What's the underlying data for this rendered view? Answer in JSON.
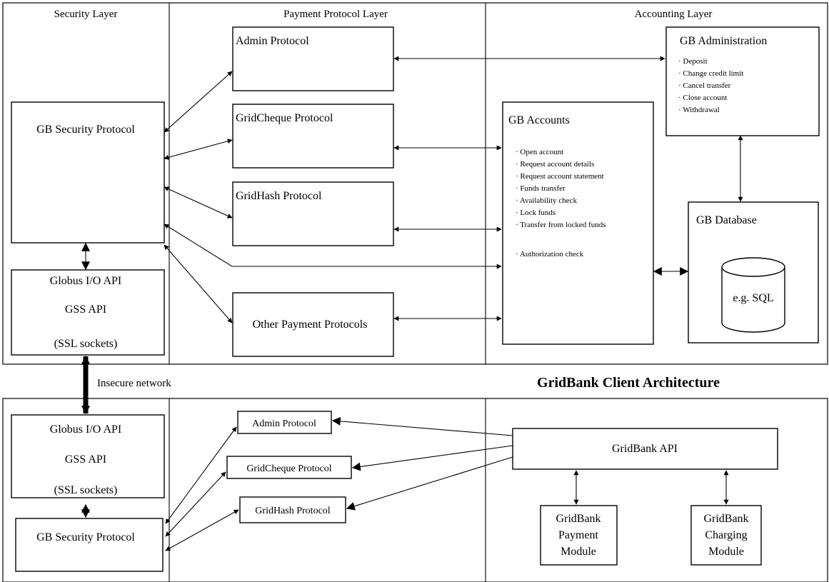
{
  "layers": {
    "security": "Security Layer",
    "payment": "Payment Protocol Layer",
    "accounting": "Accounting Layer"
  },
  "server": {
    "security_protocol": "GB Security Protocol",
    "io_api": [
      "Globus I/O API",
      "GSS API",
      "(SSL sockets)"
    ],
    "protocols": {
      "admin": "Admin Protocol",
      "gridcheque": "GridCheque Protocol",
      "gridhash": "GridHash Protocol",
      "other": "Other Payment Protocols"
    },
    "administration": {
      "title": "GB Administration",
      "items": [
        "Deposit",
        "Change credit limit",
        "Cancel transfer",
        "Close account",
        "Withdrawal"
      ]
    },
    "accounts": {
      "title": "GB Accounts",
      "items": [
        "Open account",
        "Request account details",
        "Request account statement",
        "Funds transfer",
        "Availability check",
        "Lock funds",
        "Transfer from locked funds",
        "",
        "Authorization check"
      ]
    },
    "database": {
      "title": "GB Database",
      "example": "e.g. SQL"
    }
  },
  "network_label": "Insecure network",
  "client": {
    "title": "GridBank Client Architecture",
    "io_api": [
      "Globus I/O API",
      "GSS API",
      "(SSL sockets)"
    ],
    "security_protocol": "GB Security Protocol",
    "protocols": {
      "admin": "Admin Protocol",
      "gridcheque": "GridCheque Protocol",
      "gridhash": "GridHash Protocol"
    },
    "api": "GridBank API",
    "payment_module": [
      "GridBank",
      "Payment",
      "Module"
    ],
    "charging_module": [
      "GridBank",
      "Charging",
      "Module"
    ]
  }
}
